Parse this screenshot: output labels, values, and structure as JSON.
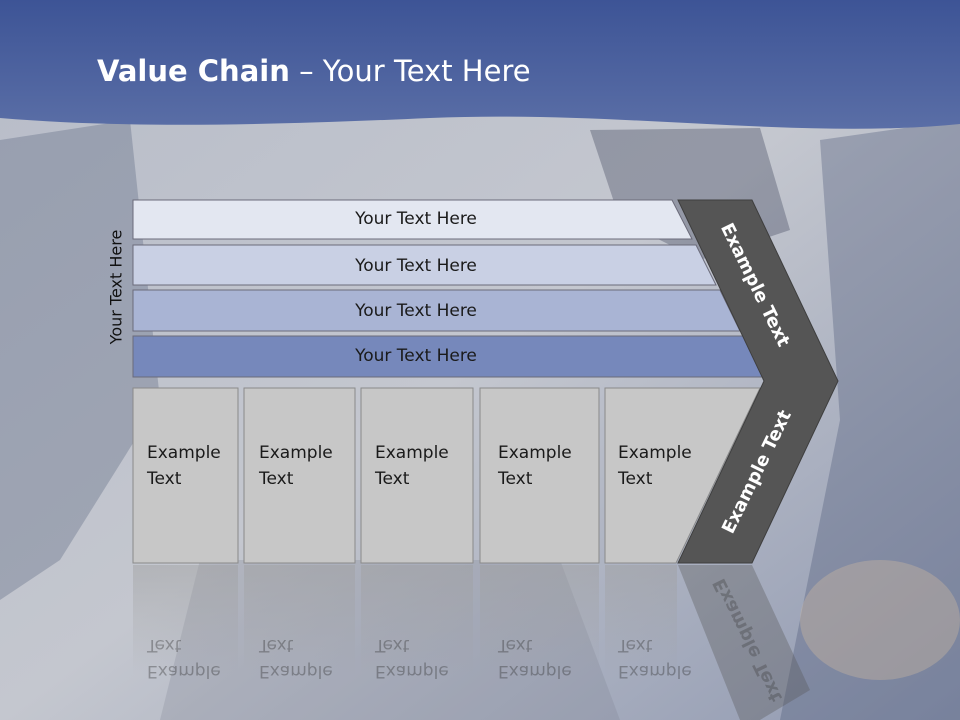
{
  "slide": {
    "title_bold": "Value Chain",
    "title_rest": " – Your Text Here",
    "vertical_label": "Your Text Here",
    "bars": [
      {
        "label": "Your Text Here",
        "fill": "#e3e7f1"
      },
      {
        "label": "Your Text Here",
        "fill": "#c9d0e4"
      },
      {
        "label": "Your Text Here",
        "fill": "#a9b4d4"
      },
      {
        "label": "Your Text Here",
        "fill": "#7688bb"
      }
    ],
    "boxes": [
      {
        "label": "Example\nText"
      },
      {
        "label": "Example\nText"
      },
      {
        "label": "Example\nText"
      },
      {
        "label": "Example\nText"
      },
      {
        "label": "Example\nText"
      }
    ],
    "chevron": {
      "upper_label": "Example Text",
      "lower_label": "Example Text",
      "fill": "#555555"
    },
    "colors": {
      "header": "#4a5f9c",
      "box_fill": "#c7c7c7",
      "box_border": "#8a8a8a"
    }
  }
}
